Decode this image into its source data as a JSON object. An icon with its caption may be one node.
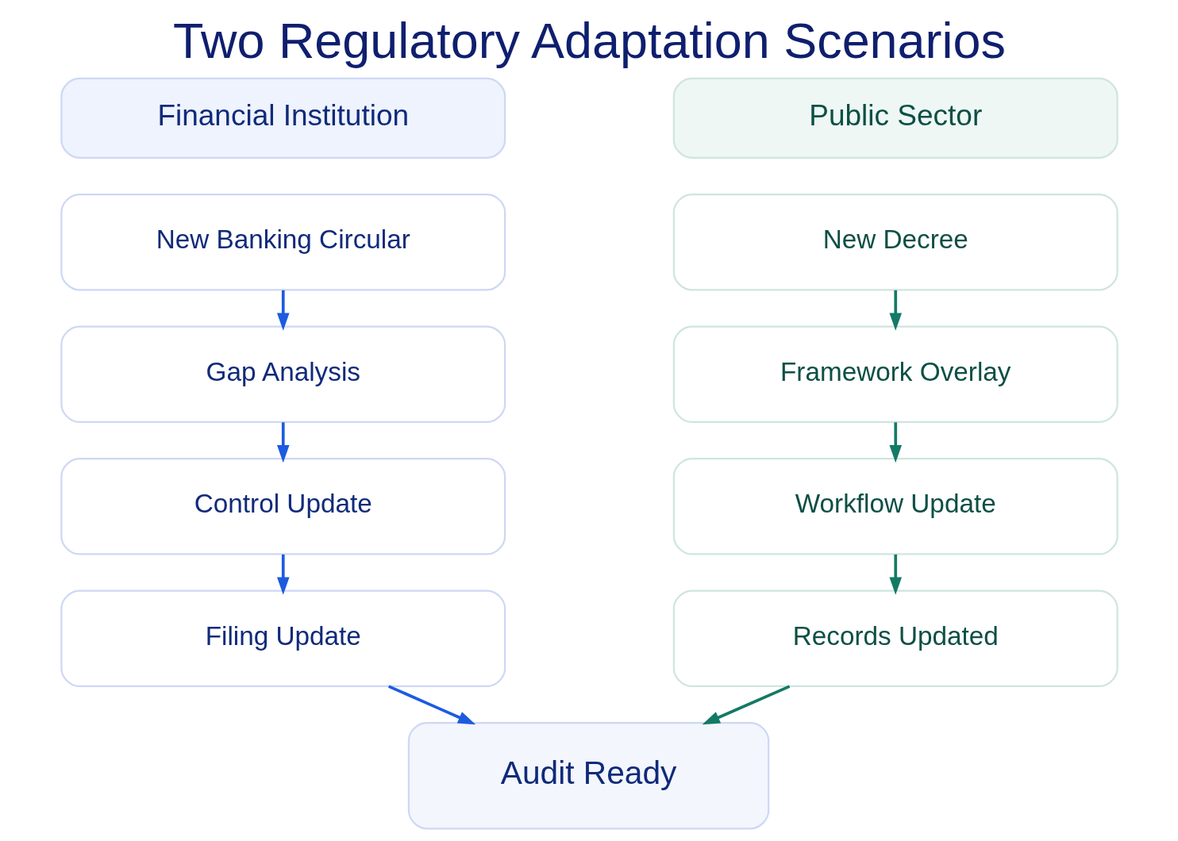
{
  "diagram": {
    "title": "Two Regulatory Adaptation Scenarios",
    "nodes": [
      {
        "text": [
          "Financial Institution"
        ]
      },
      {
        "text": [
          "New Banking Circular"
        ]
      },
      {
        "text": [
          "Gap Analysis"
        ]
      },
      {
        "text": [
          "Control Update"
        ]
      },
      {
        "text": [
          "Filing Update"
        ]
      },
      {
        "text": [
          "Public Sector"
        ]
      },
      {
        "text": [
          "New Decree"
        ]
      },
      {
        "text": [
          "Framework Overlay"
        ]
      },
      {
        "text": [
          "Workflow Update"
        ]
      },
      {
        "text": [
          "Records Updated"
        ]
      },
      {
        "text": [
          "Audit Ready"
        ]
      }
    ],
    "edges": [
      {
        "from": 1,
        "to": 2,
        "arrow": "to",
        "color": "#1d5be0"
      },
      {
        "from": 2,
        "to": 3,
        "arrow": "to",
        "color": "#1d5be0"
      },
      {
        "from": 3,
        "to": 4,
        "arrow": "to",
        "color": "#1d5be0"
      },
      {
        "from": 6,
        "to": 7,
        "arrow": "to",
        "color": "#137a66"
      },
      {
        "from": 7,
        "to": 8,
        "arrow": "to",
        "color": "#137a66"
      },
      {
        "from": 8,
        "to": 9,
        "arrow": "to",
        "color": "#137a66"
      },
      {
        "from": 4,
        "to": 10,
        "arrow": "to",
        "color": "#1d5be0"
      },
      {
        "from": 9,
        "to": 10,
        "arrow": "to",
        "color": "#137a66"
      }
    ]
  }
}
